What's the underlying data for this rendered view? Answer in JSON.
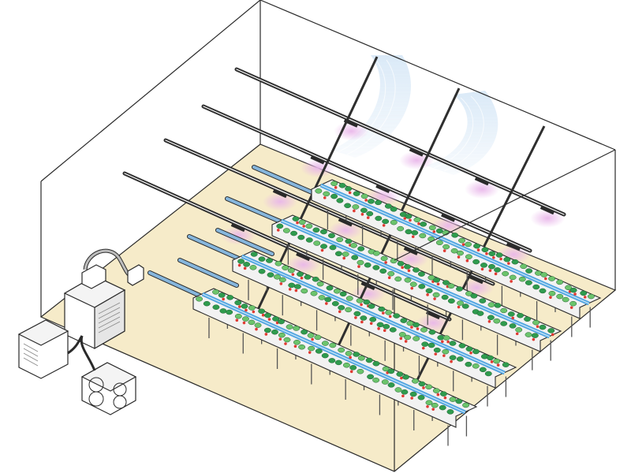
{
  "colors": {
    "background": "#ffffff",
    "floor": "#f6ebc9",
    "outline": "#2a2a2a",
    "pipe": "#2f2f2f",
    "air_stream": "#cfe3f5",
    "grow_light_glow": "#e9b6ea",
    "duct": "#86b6dc",
    "water_channel": "#4ea3e0",
    "trough": "#f2f2f2",
    "leaf": "#2f9b4e",
    "leaf_light": "#6cc46c",
    "berry": "#e03a32",
    "unit_body": "#ffffff",
    "unit_panel": "#dcdcdc"
  },
  "components": {
    "structure": "greenhouse-frame",
    "ceiling": "overhead-pipe-grid",
    "lighting": "grow-lights",
    "airflow": "air-streams",
    "equipment": [
      "air-conditioning-indoor-unit",
      "control-box",
      "outdoor-condenser-unit"
    ],
    "crop": "strawberry-growing-beds"
  },
  "layout": {
    "bed_count": 4,
    "overhead_pipe_count": 4,
    "cross_pipe_count": 3,
    "duct_count": 6
  }
}
